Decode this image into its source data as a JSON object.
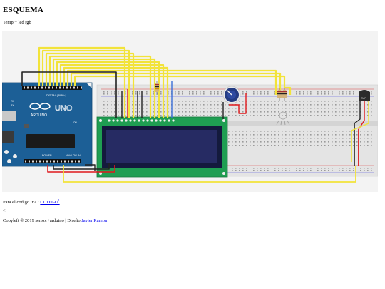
{
  "page": {
    "title": "ESQUEMA",
    "subtitle": "Temp + led rgb"
  },
  "schematic": {
    "arduino": {
      "brand_label": "ARDUINO",
      "model_label": "UNO",
      "digital_header_label": "DIGITAL (PWM~)",
      "power_label": "POWER",
      "analog_label": "ANALOG IN",
      "tx_label": "TX",
      "rx_label": "RX",
      "on_label": "ON"
    },
    "sensor_label": "TMP",
    "colors": {
      "board_blue": "#1c5f96",
      "wire_yellow": "#f2e33a",
      "wire_red": "#e0191d",
      "wire_black": "#222222",
      "wire_blue": "#3a6fd8",
      "lcd_pcb": "#1f9e52",
      "lcd_screen": "#262b63",
      "breadboard": "#e2e2e2"
    }
  },
  "code_line": {
    "prefix": "Para el codigo ir a : ",
    "link_text": "CODIGO",
    "link_sup": "1"
  },
  "back_glyph": "<",
  "footer": {
    "text": "Copyleft © 2019 sensor+arduino | Diseño ",
    "author_link": "Javier Ramon"
  }
}
